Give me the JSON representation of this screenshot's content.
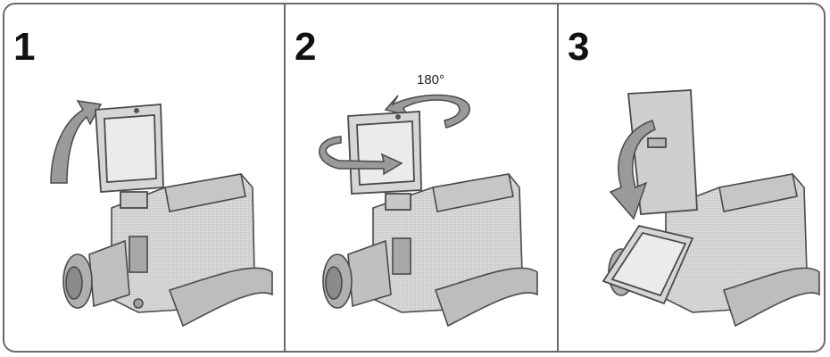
{
  "steps": [
    {
      "number": "1"
    },
    {
      "number": "2",
      "rotation_label": "180°"
    },
    {
      "number": "3"
    }
  ],
  "colors": {
    "line": "#4a4a4a",
    "body_fill": "#d0d0d0",
    "arrow_fill": "#9a9a9a",
    "screen_fill": "#ebebeb"
  },
  "icons": [
    "camcorder-open-lcd",
    "curved-up-arrow",
    "rotation-arrow-180",
    "fold-down-arrow"
  ]
}
